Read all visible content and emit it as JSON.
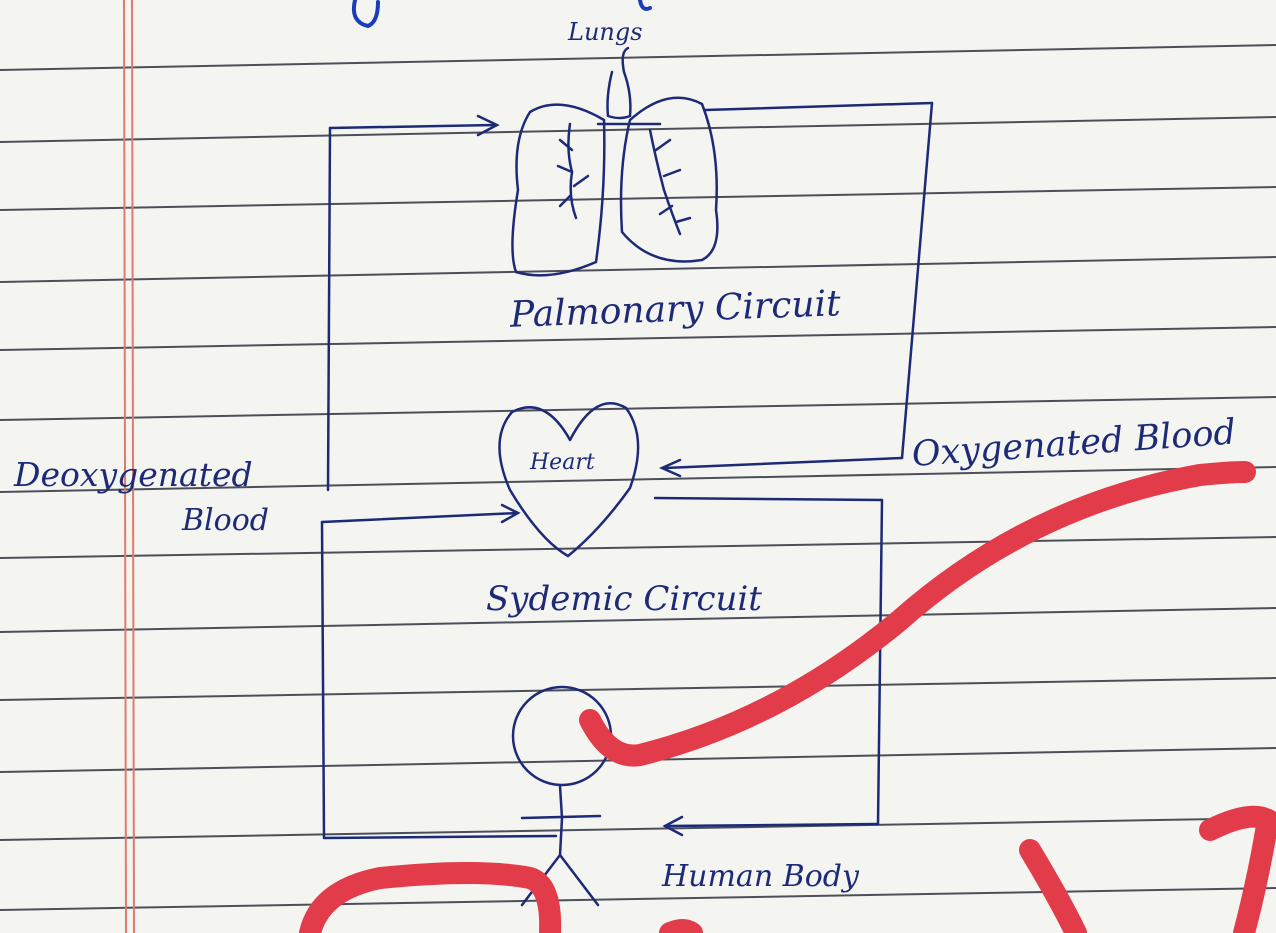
{
  "labels": {
    "lungs": "Lungs",
    "pulmonary_circuit": "Palmonary Circuit",
    "heart": "Heart",
    "deoxygenated_line1": "Deoxygenated",
    "deoxygenated_line2": "Blood",
    "oxygenated": "Oxygenated Blood",
    "systemic_circuit": "Sydemic Circuit",
    "human_body": "Human Body"
  },
  "colors": {
    "paper": "#f4f4f1",
    "rule_line": "#2f3340",
    "margin_line": "#e07a6e",
    "ink": "#1d2a78",
    "grading_mark": "#e23b4a"
  }
}
